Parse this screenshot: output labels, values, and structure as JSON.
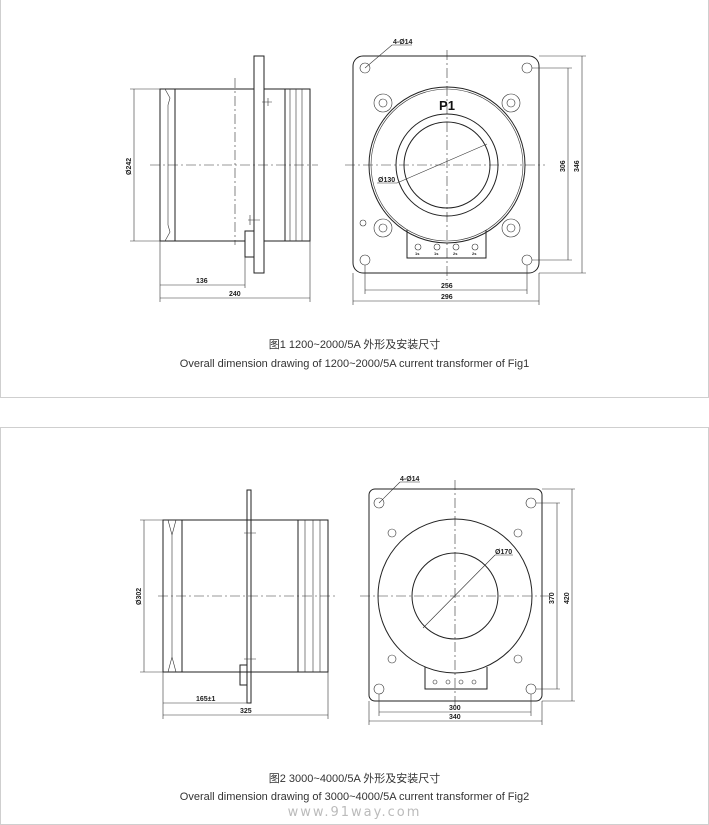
{
  "fig1": {
    "caption_cn": "图1 1200~2000/5A 外形及安装尺寸",
    "caption_en": "Overall dimension drawing of 1200~2000/5A current transformer of Fig1",
    "label_p": "P1",
    "dims": {
      "dia_body": "Ø242",
      "len_a": "136",
      "len_b": "240",
      "holes": "4-Ø14",
      "dia_bore": "Ø130",
      "h_inner": "306",
      "h_outer": "346",
      "w_inner": "256",
      "w_outer": "296"
    },
    "terminals": [
      "1s",
      "1s",
      "2s",
      "2s"
    ]
  },
  "fig2": {
    "caption_cn": "图2 3000~4000/5A 外形及安装尺寸",
    "caption_en": "Overall dimension drawing of 3000~4000/5A current transformer of Fig2",
    "dims": {
      "dia_body": "Ø302",
      "len_a": "165±1",
      "len_b": "325",
      "holes": "4-Ø14",
      "dia_bore": "Ø170",
      "h_inner": "370",
      "h_outer": "420",
      "w_inner": "300",
      "w_outer": "340"
    }
  },
  "watermark": "www.91way.com"
}
